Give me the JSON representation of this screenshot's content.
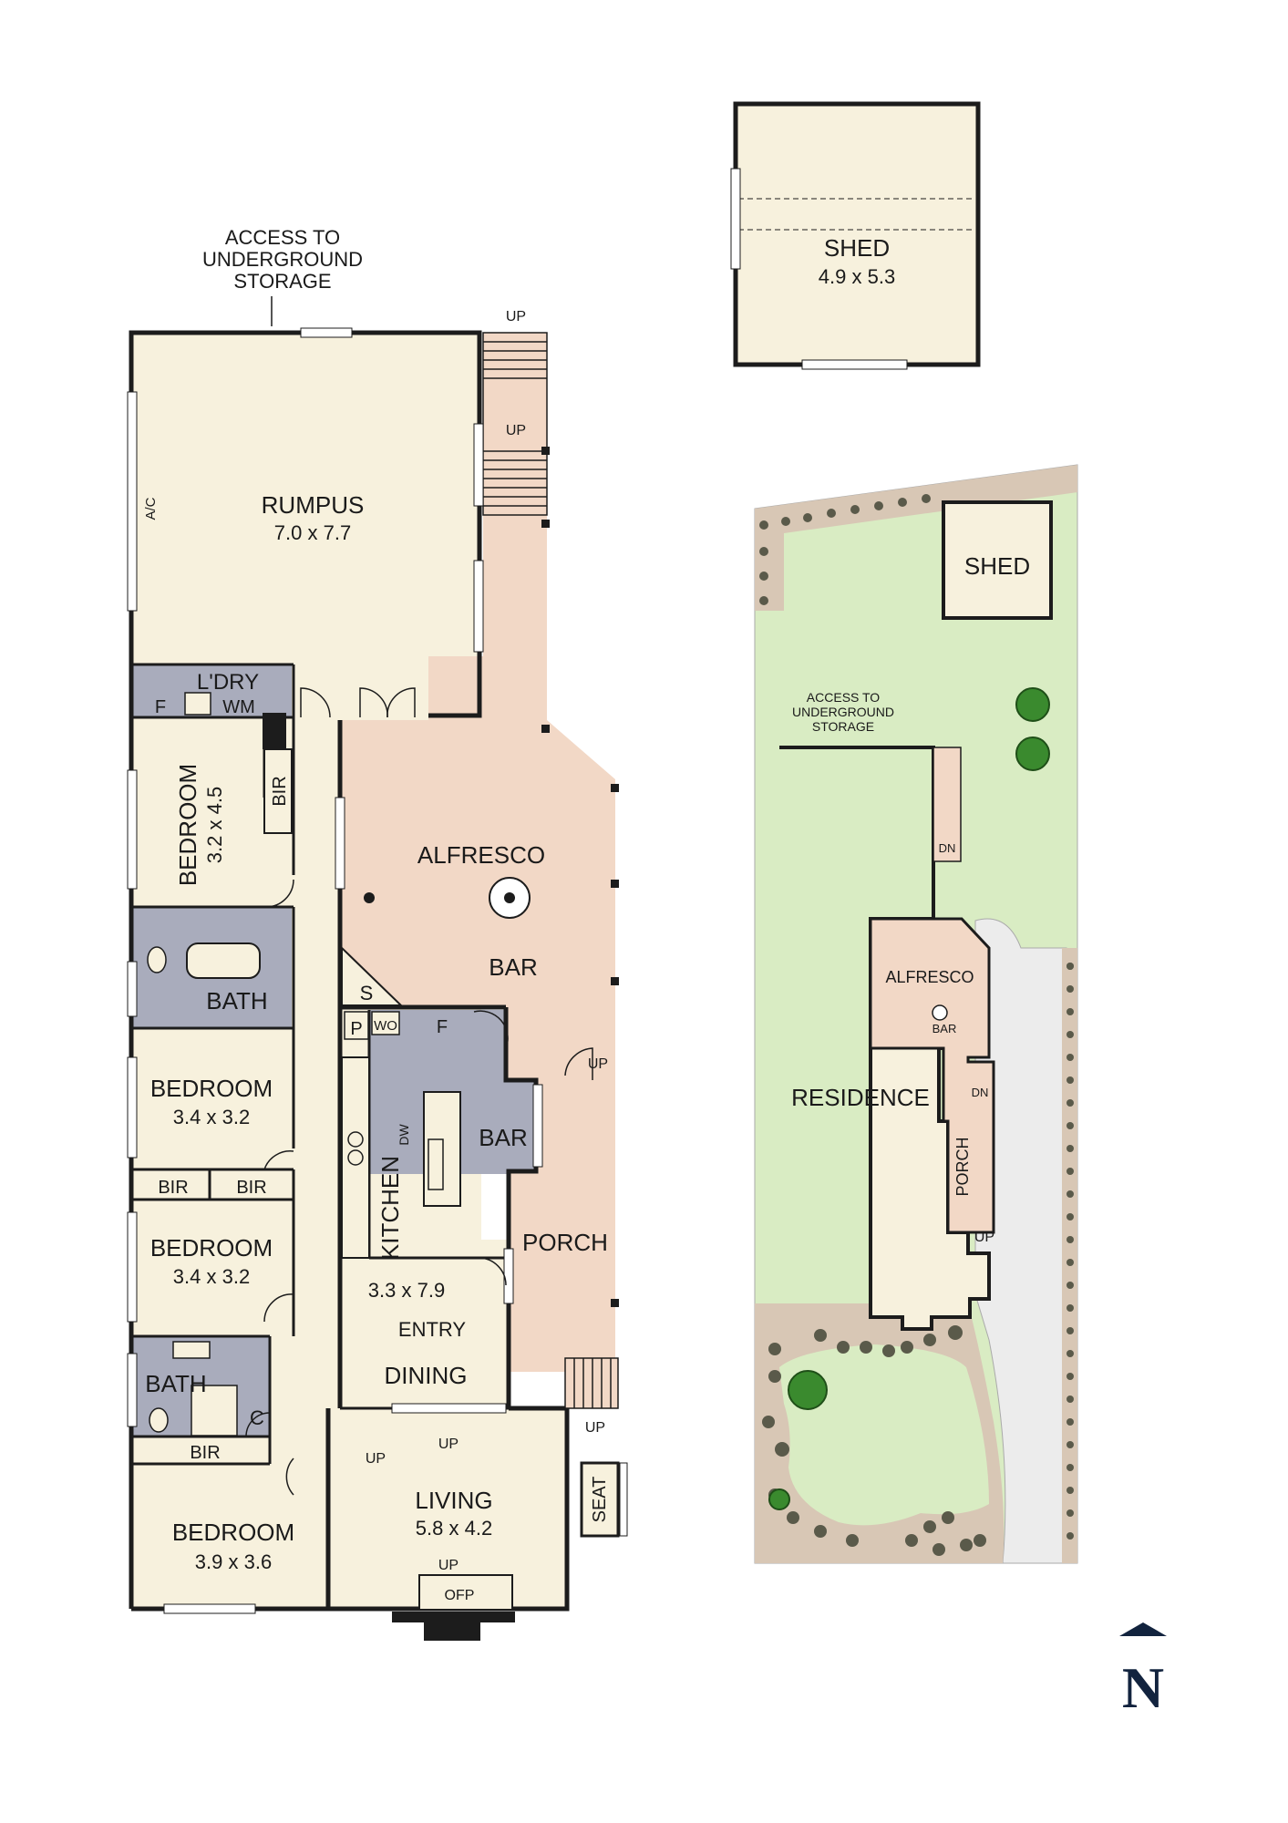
{
  "floorplan": {
    "labels": {
      "access_top_1": "ACCESS TO",
      "access_top_2": "UNDERGROUND",
      "access_top_3": "STORAGE",
      "up_stairs_top": "UP",
      "up_stairs_mid": "UP",
      "rumpus": "RUMPUS",
      "rumpus_dim": "7.0 x 7.7",
      "ac": "A/C",
      "laundry": "L'DRY",
      "laundry_f": "F",
      "laundry_wm": "WM",
      "bedroom1": "BEDROOM",
      "bedroom1_dim": "3.2 x 4.5",
      "bir1": "BIR",
      "alfresco": "ALFRESCO",
      "alfresco_bar": "BAR",
      "bath1": "BATH",
      "store_s": "S",
      "pantry_p": "P",
      "wo": "WO",
      "fridge_f": "F",
      "up_porch": "UP",
      "bedroom2": "BEDROOM",
      "bedroom2_dim": "3.4 x 3.2",
      "kitchen_bar": "BAR",
      "dw": "DW",
      "kitchen": "KITCHEN",
      "bir2": "BIR",
      "bir3": "BIR",
      "bedroom3": "BEDROOM",
      "bedroom3_dim": "3.4 x 3.2",
      "porch": "PORCH",
      "kitchen_dim": "3.3 x 7.9",
      "entry": "ENTRY",
      "dining": "DINING",
      "bath2": "BATH",
      "cupboard_c": "C",
      "up_front": "UP",
      "up_dining": "UP",
      "up_hall": "UP",
      "bir4": "BIR",
      "living": "LIVING",
      "living_dim": "5.8 x 4.2",
      "seat": "SEAT",
      "bedroom4": "BEDROOM",
      "bedroom4_dim": "3.9 x 3.6",
      "up_living": "UP",
      "ofp": "OFP"
    }
  },
  "shed_plan": {
    "name": "SHED",
    "dim": "4.9 x 5.3"
  },
  "site_plan": {
    "shed": "SHED",
    "access_1": "ACCESS TO",
    "access_2": "UNDERGROUND",
    "access_3": "STORAGE",
    "dn_top": "DN",
    "alfresco": "ALFRESCO",
    "bar": "BAR",
    "residence": "RESIDENCE",
    "dn_porch": "DN",
    "porch": "PORCH",
    "up": "UP"
  },
  "north": "N",
  "colors": {
    "hall": "#f7f1dd",
    "alfresco": "#f2d8c6",
    "wet": "#a9acbc",
    "lawn": "#d9ecc3",
    "path": "#ececec",
    "wall": "#1c1c1c"
  }
}
